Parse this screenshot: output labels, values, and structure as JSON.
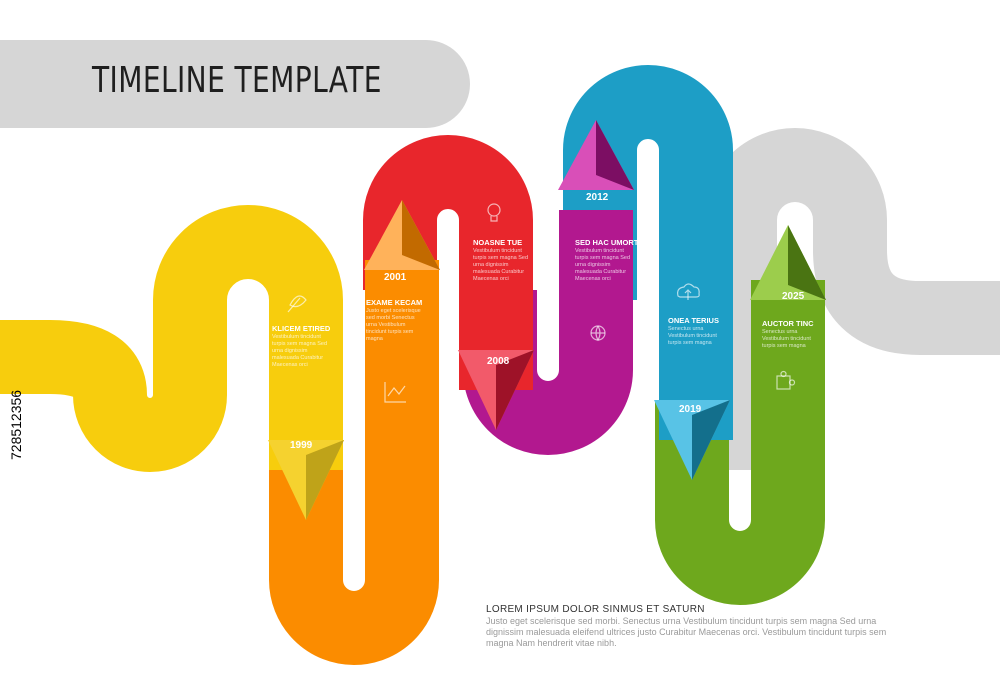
{
  "title": "TIMELINE TEMPLATE",
  "colors": {
    "yellow": "#f7cd0d",
    "orange": "#fb8c00",
    "red": "#e8262c",
    "magenta": "#b2188f",
    "blue": "#1d9ec6",
    "green": "#6ea81d",
    "gray": "#d6d6d6"
  },
  "steps": [
    {
      "year": "1999",
      "title": "KLICEM ETIRED",
      "body": "Vestibulum tincidunt turpis sem magna Sed urna dignissim malesuada Curabitur Maecenas orci",
      "icon": "leaf-icon"
    },
    {
      "year": "2001",
      "title": "EXAME KECAM",
      "body": "Justo eget scelerisque sed morbi Senectus urna Vestibulum tincidunt turpis sem magna",
      "icon": "chart-icon"
    },
    {
      "year": "2008",
      "title": "NOASNE TUE",
      "body": "Vestibulum tincidunt turpis sem magna Sed urna dignissim malesuada Curabitur Maecenas orci",
      "icon": "lightbulb-icon"
    },
    {
      "year": "2012",
      "title": "SED HAC UMORT",
      "body": "Vestibulum tincidunt turpis sem magna Sed urna dignissim malesuada Curabitur Maecenas orci",
      "icon": "globe-icon"
    },
    {
      "year": "2019",
      "title": "ONEA TERIUS",
      "body": "Senectus urna Vestibulum tincidunt turpis sem magna",
      "icon": "cloud-upload-icon"
    },
    {
      "year": "2025",
      "title": "AUCTOR TINC",
      "body": "Senectus urna Vestibulum tincidunt turpis sem magna",
      "icon": "puzzle-icon"
    }
  ],
  "footer": {
    "title": "LOREM IPSUM DOLOR SINMUS ET SATURN",
    "body": "Justo eget scelerisque sed morbi. Senectus urna Vestibulum tincidunt turpis sem magna  Sed urna dignissim malesuada eleifend ultrices justo Curabitur Maecenas orci. Vestibulum tincidunt turpis sem magna Nam hendrerit vitae nibh."
  },
  "stock_id": "728512356"
}
